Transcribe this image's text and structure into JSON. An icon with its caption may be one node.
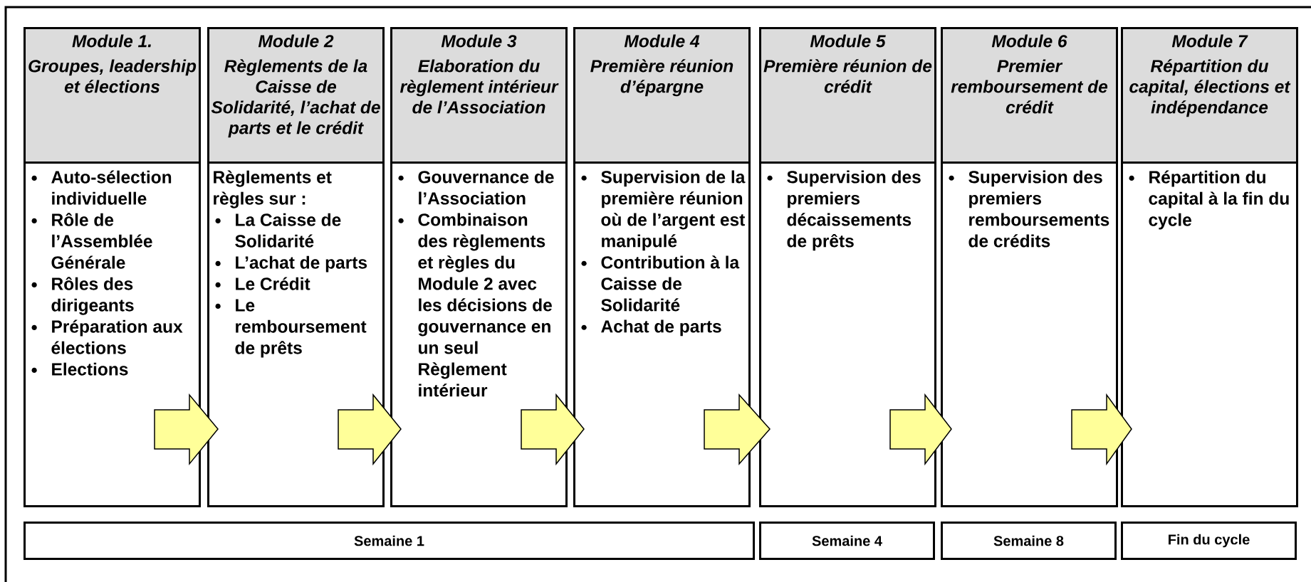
{
  "diagram": {
    "nodes": [
      {
        "text": [
          "Module 1.",
          "Groupes, leadership et élections"
        ]
      },
      {
        "text": [
          "Auto-sélection individuelle",
          "Rôle de l’Assemblée Générale",
          "Rôles des dirigeants",
          "Préparation aux élections",
          "Elections"
        ]
      },
      {
        "text": [
          "Module 2",
          "Règlements de la Caisse de Solidarité, l’achat de parts et le crédit"
        ]
      },
      {
        "text": [
          "Règlements et règles sur :",
          "La Caisse de Solidarité",
          "L’achat de parts",
          "Le Crédit",
          "Le remboursement de prêts"
        ]
      },
      {
        "text": [
          "Module 3",
          "Elaboration du règlement intérieur de l’Association"
        ]
      },
      {
        "text": [
          "Gouvernance de l’Association",
          "Combinaison des règlements et règles du Module 2 avec les décisions de gouvernance en un seul Règlement intérieur"
        ]
      },
      {
        "text": [
          "Module 4",
          "Première réunion d’épargne"
        ]
      },
      {
        "text": [
          "Supervision de la première réunion où de l’argent est manipulé",
          "Contribution à la Caisse de Solidarité",
          "Achat de parts"
        ]
      },
      {
        "text": [
          "Module 5",
          "Première réunion de crédit"
        ]
      },
      {
        "text": [
          "Supervision des premiers décaissements de prêts"
        ]
      },
      {
        "text": [
          "Module 6",
          "Premier remboursement de crédit"
        ]
      },
      {
        "text": [
          "Supervision des premiers remboursements de crédits"
        ]
      },
      {
        "text": [
          "Module 7",
          "Répartition du capital, élections et indépendance"
        ]
      },
      {
        "text": [
          "Répartition du capital à la fin du cycle"
        ]
      },
      {
        "text": [
          "Semaine 1"
        ]
      },
      {
        "text": [
          "Semaine 4"
        ]
      },
      {
        "text": [
          "Semaine 8"
        ]
      },
      {
        "text": [
          "Fin du cycle"
        ]
      }
    ],
    "edges": [
      {
        "from": 1,
        "to": 3,
        "arrow": "to"
      },
      {
        "from": 3,
        "to": 5,
        "arrow": "to"
      },
      {
        "from": 5,
        "to": 7,
        "arrow": "to"
      },
      {
        "from": 7,
        "to": 9,
        "arrow": "to"
      },
      {
        "from": 9,
        "to": 11,
        "arrow": "to"
      },
      {
        "from": 11,
        "to": 13,
        "arrow": "to"
      }
    ]
  }
}
